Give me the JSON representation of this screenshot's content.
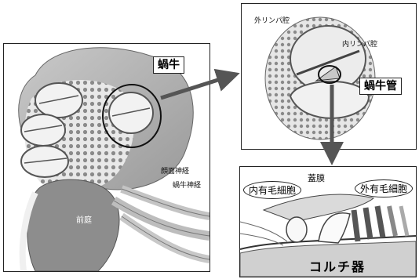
{
  "labels": {
    "cochlea": "蝸牛",
    "facial_nerve": "顔面神経",
    "cochlear_nerve": "蝸牛神経",
    "vestibule": "前庭",
    "perilymph": "外リンパ腔",
    "endolymph": "内リンパ腔",
    "cochlear_duct": "蝸牛管",
    "tectorial_membrane": "蓋膜",
    "inner_hair_cell": "内有毛細胞",
    "outer_hair_cell": "外有毛細胞",
    "organ_of_corti": "コルチ器"
  },
  "colors": {
    "bone": "#d9d9d9",
    "dark": "#7a7a7a",
    "line": "#222222"
  }
}
